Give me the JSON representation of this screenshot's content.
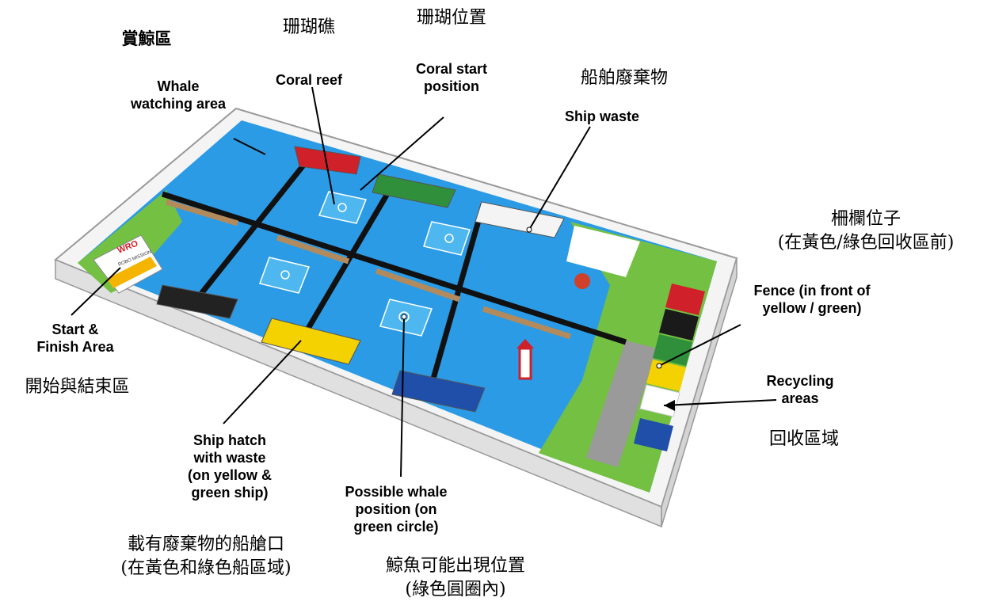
{
  "labels": {
    "whale_zh": "賞鯨區",
    "coral_reef_zh": "珊瑚礁",
    "coral_pos_zh": "珊瑚位置",
    "ship_waste_zh": "船舶廢棄物",
    "fence_zh": "柵欄位子\n(在黃色/綠色回收區前)",
    "recycle_zh": "回收區域",
    "start_zh": "開始與結束區",
    "hatch_zh": "載有廢棄物的船艙口\n(在黃色和綠色船區域)",
    "whale_pos_zh": "鯨魚可能出現位置\n(綠色圓圈內)",
    "whale_en": "Whale\nwatching area",
    "coral_reef_en": "Coral reef",
    "coral_pos_en": "Coral start\nposition",
    "ship_waste_en": "Ship waste",
    "fence_en": "Fence (in front of\nyellow / green)",
    "recycle_en": "Recycling\nareas",
    "start_en": "Start &\nFinish Area",
    "hatch_en": "Ship hatch\nwith waste\n(on yellow &\ngreen ship)",
    "whale_pos_en": "Possible whale\nposition (on\ngreen circle)"
  },
  "board": {
    "start_card_title": "WRO",
    "start_card_sub": "ROBO MISSION"
  },
  "colors": {
    "water": "#2b9be6",
    "water_dark": "#1f7fcb",
    "lines": "#111111",
    "frame": "#f2f2f2",
    "grass": "#74c043",
    "sand": "#e8c37a",
    "recycle_red": "#d0202a",
    "recycle_black": "#1a1a1a",
    "recycle_green": "#2f8f3a",
    "recycle_yellow": "#f4d100",
    "recycle_white": "#ffffff",
    "recycle_blue": "#1f4fa8"
  }
}
